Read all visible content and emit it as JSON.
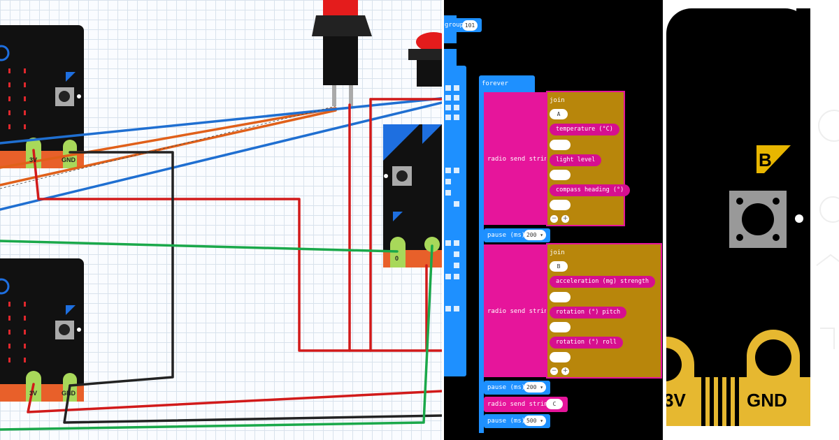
{
  "circuit": {
    "pin_5v": "3V",
    "pin_gnd": "GND",
    "pin_0": "0"
  },
  "blocks": {
    "group_label": "group",
    "group_value": "101",
    "forever": "forever",
    "send_string": "radio send string",
    "join": "join",
    "pause": "pause (ms)",
    "pause_values": [
      "200",
      "200",
      "500"
    ],
    "join1_items": [
      "A",
      "temperature (°C)",
      "",
      "light level",
      "",
      "compass heading (°)",
      ""
    ],
    "join2_items": [
      "B",
      "acceleration (mg)  strength",
      "",
      "rotation (°)  pitch",
      "",
      "rotation (°)  roll",
      ""
    ],
    "send_c_value": "C",
    "minus": "−",
    "plus": "+"
  },
  "zoom": {
    "button_label": "B",
    "pin_3v": "3V",
    "pin_gnd": "GND"
  },
  "colors": {
    "loops_blue": "#1e90ff",
    "radio_pink": "#e6159b",
    "text_gold": "#b8860b",
    "wire_red": "#d11a1a",
    "wire_blue": "#1f6fd1",
    "wire_orange": "#e0601a",
    "wire_green": "#1aa84a",
    "wire_black": "#222222",
    "pcb_gold": "#e6b830"
  }
}
